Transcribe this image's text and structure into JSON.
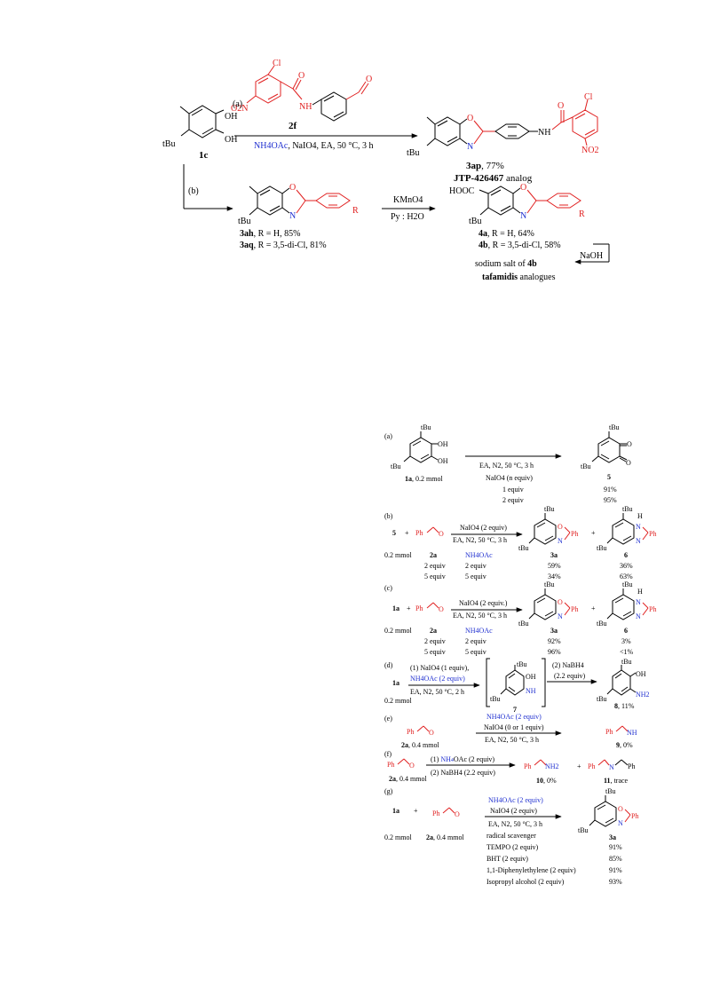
{
  "scheme1": {
    "a_label": "(a)",
    "b_label": "(b)",
    "sm_label": "1c",
    "sm_tbu": "tBu",
    "sm_oh1": "OH",
    "sm_oh2": "OH",
    "reagent_2f": "2f",
    "cond_a_nh4": "NH4OAc",
    "cond_a_rest": ", NaIO4, EA, 50 °C, 3 h",
    "ap_label": "3ap",
    "ap_yield": ", 77%",
    "ap_analog_bold": "JTP-426467",
    "ap_analog": " analog",
    "ah_label": "3ah",
    "ah_rest": ", R = H, 85%",
    "aq_label": "3aq",
    "aq_rest": ", R = 3,5-di-Cl, 81%",
    "ox_reagent": "KMnO4",
    "ox_solvent": "Py : H2O",
    "hooc": "HOOC",
    "p4a_label": "4a",
    "p4a_rest": ", R = H, 64%",
    "p4b_label": "4b",
    "p4b_rest": ", R = 3,5-di-Cl, 58%",
    "naoh": "NaOH",
    "salt_text": "sodium salt of ",
    "salt_bold": "4b",
    "tafa_bold": "tafamidis",
    "tafa_rest": " analogues",
    "atom_R": "R",
    "atom_Cl": "Cl",
    "atom_O": "O",
    "atom_N": "N",
    "atom_NH": "NH",
    "atom_NO2": "NO2",
    "atom_O2N": "O2N"
  },
  "scheme2": {
    "a": {
      "label": "(a)",
      "sm": "1a",
      "sm_amt": ", 0.2 mmol",
      "cond1": "EA, N2, 50 °C, 3 h",
      "cond2": "NaIO4 (n equiv)",
      "rows": [
        [
          "1 equiv",
          "91%"
        ],
        [
          "2 equiv",
          "95%"
        ]
      ],
      "prod": "5"
    },
    "b": {
      "label": "(b)",
      "sm": "5",
      "plus": "+",
      "cond1": "NaIO4 (2 equiv)",
      "cond2": "EA, N2, 50 °C, 3 h",
      "amt": "0.2 mmol",
      "hdr_2a": "2a",
      "hdr_nh4": "NH4OAc",
      "p1": "3a",
      "p2": "6",
      "rows": [
        [
          "2 equiv",
          "2 equiv",
          "59%",
          "36%"
        ],
        [
          "5 equiv",
          "5 equiv",
          "34%",
          "63%"
        ]
      ]
    },
    "c": {
      "label": "(c)",
      "sm": "1a",
      "plus": "+",
      "cond1": "NaIO4 (2 equiv.)",
      "cond2": "EA, N2, 50 °C, 3 h",
      "amt": "0.2 mmol",
      "hdr_2a": "2a",
      "hdr_nh4": "NH4OAc",
      "p1": "3a",
      "p2": "6",
      "rows": [
        [
          "2 equiv",
          "2 equiv",
          "92%",
          "3%"
        ],
        [
          "5 equiv",
          "5 equiv",
          "96%",
          "<1%"
        ]
      ]
    },
    "d": {
      "label": "(d)",
      "sm": "1a",
      "amt": "0.2 mmol",
      "c1": "(1) NaIO4 (1 equiv),",
      "c2": "NH4OAc (2 equiv)",
      "c3": "EA, N2, 50 °C, 2 h",
      "int": "7",
      "c4": "(2) NaBH4",
      "c5": "(2.2 equiv)",
      "prod": "8",
      "yield": ", 11%"
    },
    "e": {
      "label": "(e)",
      "sm": "2a",
      "amt": ", 0.4 mmol",
      "c1": "NH4OAc (2 equiv)",
      "c2": "NaIO4 (0 or 1 equiv)",
      "c3": "EA, N2, 50 °C, 3 h",
      "prod": "9",
      "yield": ", 0%"
    },
    "f": {
      "label": "(f)",
      "sm": "2a",
      "amt": ", 0.4 mmol",
      "c1": "(1) NH4OAc (2 equiv)",
      "c2": "(2) NaBH4 (2.2 equiv)",
      "p1": "10",
      "p1y": ", 0%",
      "plus": "+",
      "p2": "11",
      "p2y": ", trace"
    },
    "g": {
      "label": "(g)",
      "sm": "1a",
      "plus": "+",
      "amt": "0.2 mmol",
      "amt2": ", 0.4 mmol",
      "sm2": "2a",
      "c1": "NH4OAc (2 equiv)",
      "c2": "NaIO4 (2 equiv)",
      "c3": "EA, N2, 50 °C, 3 h",
      "prod": "3a",
      "hdr": "radical scavenger",
      "rows": [
        [
          "TEMPO (2 equiv)",
          "91%"
        ],
        [
          "BHT (2 equiv)",
          "85%"
        ],
        [
          "1,1-Diphenylethylene (2 equiv)",
          "91%"
        ],
        [
          "Isopropyl alcohol (2 equiv)",
          "93%"
        ]
      ]
    },
    "atom_tBu": "tBu",
    "atom_OH": "OH",
    "atom_O": "O",
    "atom_N": "N",
    "atom_NH": "NH",
    "atom_H": "H",
    "atom_NH2": "NH2",
    "atom_Ph": "Ph"
  }
}
